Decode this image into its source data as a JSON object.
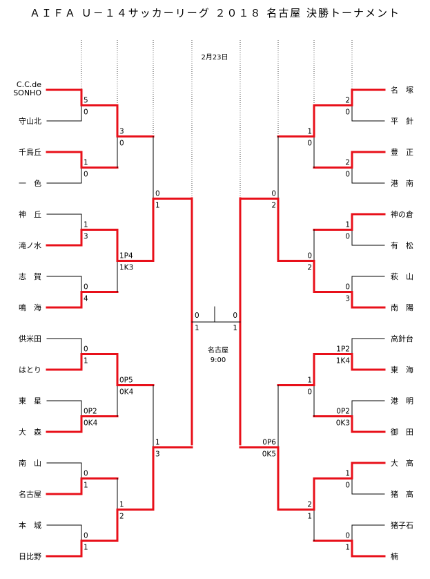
{
  "title": "ＡＩＦＡ Ｕ－１４サッカーリーグ ２０１８ 名古屋 決勝トーナメント",
  "date": "2月23日",
  "final_venue": "名古屋",
  "final_time": "9:00",
  "left_teams": [
    [
      "C.C.de",
      "SONHO"
    ],
    [
      "守山北"
    ],
    [
      "千鳥丘"
    ],
    [
      "一　色"
    ],
    [
      "神　丘"
    ],
    [
      "滝ノ水"
    ],
    [
      "志　賀"
    ],
    [
      "鳴　海"
    ],
    [
      "供米田"
    ],
    [
      "はとり"
    ],
    [
      "東　星"
    ],
    [
      "大　森"
    ],
    [
      "南　山"
    ],
    [
      "名古屋"
    ],
    [
      "本　城"
    ],
    [
      "日比野"
    ]
  ],
  "right_teams": [
    [
      "名　塚"
    ],
    [
      "平　針"
    ],
    [
      "豊　正"
    ],
    [
      "港　南"
    ],
    [
      "神の倉"
    ],
    [
      "有　松"
    ],
    [
      "萩　山"
    ],
    [
      "南　陽"
    ],
    [
      "高針台"
    ],
    [
      "東　海"
    ],
    [
      "港　明"
    ],
    [
      "御　田"
    ],
    [
      "大　高"
    ],
    [
      "猪　高"
    ],
    [
      "猪子石"
    ],
    [
      "楠"
    ]
  ],
  "left_rounds": [
    [
      {
        "top": "5",
        "bottom": "0",
        "winner": "top"
      },
      {
        "top": "1",
        "bottom": "0",
        "winner": "top"
      },
      {
        "top": "1",
        "bottom": "3",
        "winner": "bottom"
      },
      {
        "top": "0",
        "bottom": "4",
        "winner": "bottom"
      },
      {
        "top": "0",
        "bottom": "1",
        "winner": "bottom"
      },
      {
        "top": "0P2",
        "bottom": "0K4",
        "winner": "bottom"
      },
      {
        "top": "0",
        "bottom": "1",
        "winner": "bottom"
      },
      {
        "top": "0",
        "bottom": "1",
        "winner": "bottom"
      }
    ],
    [
      {
        "top": "3",
        "bottom": "0",
        "winner": "top"
      },
      {
        "top": "1P4",
        "bottom": "1K3",
        "winner": "top"
      },
      {
        "top": "0P5",
        "bottom": "0K4",
        "winner": "top"
      },
      {
        "top": "1",
        "bottom": "2",
        "winner": "bottom"
      }
    ],
    [
      {
        "top": "0",
        "bottom": "1",
        "winner": "bottom"
      },
      {
        "top": "1",
        "bottom": "3",
        "winner": "bottom"
      }
    ]
  ],
  "right_rounds": [
    [
      {
        "top": "2",
        "bottom": "0",
        "winner": "top"
      },
      {
        "top": "2",
        "bottom": "0",
        "winner": "top"
      },
      {
        "top": "1",
        "bottom": "0",
        "winner": "top"
      },
      {
        "top": "0",
        "bottom": "3",
        "winner": "bottom"
      },
      {
        "top": "1P2",
        "bottom": "1K4",
        "winner": "bottom"
      },
      {
        "top": "0P2",
        "bottom": "0K3",
        "winner": "bottom"
      },
      {
        "top": "1",
        "bottom": "0",
        "winner": "top"
      },
      {
        "top": "0",
        "bottom": "1",
        "winner": "bottom"
      }
    ],
    [
      {
        "top": "1",
        "bottom": "0",
        "winner": "top"
      },
      {
        "top": "0",
        "bottom": "2",
        "winner": "bottom"
      },
      {
        "top": "1",
        "bottom": "0",
        "winner": "top"
      },
      {
        "top": "2",
        "bottom": "1",
        "winner": "top"
      }
    ],
    [
      {
        "top": "0",
        "bottom": "2",
        "winner": "bottom"
      },
      {
        "top": "0P6",
        "bottom": "0K5",
        "winner": "bottom"
      }
    ]
  ],
  "semifinal": {
    "left": {
      "top": "0",
      "bottom": "1"
    },
    "right": {
      "top": "0",
      "bottom": "1"
    }
  },
  "colors": {
    "winner_line": "#e8101a",
    "line": "#000000",
    "dotted": "#555555"
  }
}
